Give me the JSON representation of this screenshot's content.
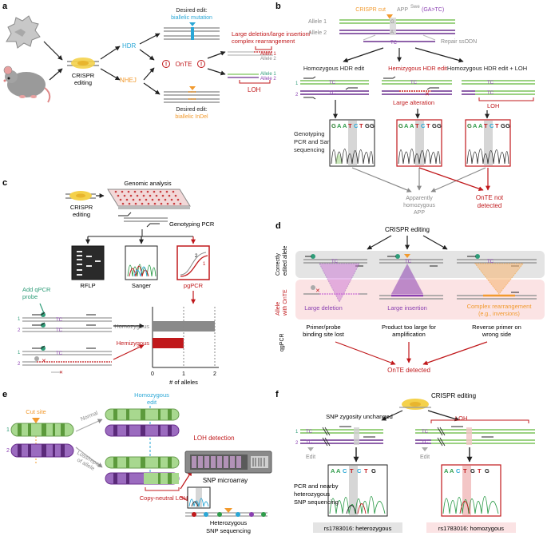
{
  "colors": {
    "red": "#c0181b",
    "green": "#7cc45a",
    "purple": "#6a2e8e",
    "orange": "#f29a2e",
    "blue": "#2aa7d6",
    "teal": "#2e9c78",
    "grey": "#8a8a8a",
    "pink": "#fbe3e4",
    "lightgrey": "#e4e4e4"
  },
  "panels": [
    "a",
    "b",
    "c",
    "d",
    "e",
    "f"
  ],
  "a": {
    "crispr": "CRISPR",
    "editing": "editing",
    "hdr": "HDR",
    "nhej": "NHEJ",
    "desired_top1": "Desired edit:",
    "desired_top2": "biallelic mutation",
    "onte": "OnTE",
    "desired_bot1": "Desired edit:",
    "desired_bot2": "biallelic InDel",
    "large1": "Large deletion/large insertion/",
    "large2": "complex rearrangement",
    "allele1": "Allele 1",
    "allele2": "Allele 2",
    "loh": "LOH"
  },
  "b": {
    "crispr_cut": "CRISPR cut",
    "app": "APP",
    "app_sup": "Swe",
    "ga_tc": "(GA>TC)",
    "allele1": "Allele 1",
    "allele2": "Allele 2",
    "repair": "Repair ssODN",
    "hom_edit": "Homozygous HDR edit",
    "hemi_edit": "Hemizygous HDR edit",
    "hom_loh": "Homozygous HDR edit + LOH",
    "tc": "TC",
    "large_alt": "Large alteration",
    "loh": "LOH",
    "geno1": "Genotyping",
    "geno2": "PCR and Sanger",
    "geno3": "sequencing",
    "seq": [
      "G",
      "A",
      "A",
      "T",
      "C",
      "T",
      "G",
      "G"
    ],
    "app_hom1": "Apparently",
    "app_hom2": "homozygous",
    "app_hom3": "APP",
    "onte1": "OnTE not",
    "onte2": "detected",
    "n1": "1",
    "n2": "2"
  },
  "c": {
    "genomic": "Genomic analysis",
    "crispr": "CRISPR",
    "editing": "editing",
    "geno_pcr": "Genotyping PCR",
    "rflp": "RFLP",
    "sanger": "Sanger",
    "pgpcr": "pgPCR",
    "add1": "Add qPCR",
    "add2": "probe",
    "homozygous": "Homozygous",
    "hemizygous": "Hemizygous",
    "alleles": "# of alleles",
    "ticks": [
      "0",
      "1",
      "2"
    ],
    "tc": "TC",
    "n1": "1",
    "n2": "2"
  },
  "chart_data": {
    "type": "bar",
    "orientation": "horizontal",
    "categories": [
      "Homozygous",
      "Hemizygous"
    ],
    "values": [
      2,
      1
    ],
    "xlabel": "# of alleles",
    "xlim": [
      0,
      2
    ]
  },
  "d": {
    "crispr": "CRISPR editing",
    "correct": "Correctly",
    "correct2": "edited allele",
    "allele_onte1": "Allele",
    "allele_onte2": "with OnTE",
    "qgpcr": "qgPCR",
    "large_del": "Large deletion",
    "large_ins": "Large insertion",
    "complex1": "Complex rearrangement",
    "complex2": "(e.g., inversions)",
    "r1a": "Primer/probe",
    "r1b": "binding site lost",
    "r2a": "Product too large for",
    "r2b": "amplification",
    "r3a": "Reverse primer on",
    "r3b": "wrong side",
    "detected": "OnTE detected",
    "tc": "TC"
  },
  "e": {
    "cut_site": "Cut site",
    "hom1": "Homozygous",
    "hom2": "edit",
    "normal": "Normal",
    "loss1": "Loss/repair",
    "loss2": "of allele",
    "loh_det": "LOH detection",
    "snp_micro": "SNP microarray",
    "cnloh": "Copy-neutral LOH",
    "het1": "Heterozygous",
    "het2": "SNP sequencing",
    "n1": "1",
    "n2": "2"
  },
  "f": {
    "crispr": "CRISPR editing",
    "zyg": "SNP zygosity unchanged",
    "loh": "LOH",
    "edit": "Edit",
    "tc": "TC",
    "pcr1": "PCR and nearby",
    "pcr2": "heterozygous",
    "pcr3": "SNP sequencing",
    "seq_left": [
      "A",
      "A",
      "C",
      "T",
      "C",
      "T",
      "G"
    ],
    "seq_right": [
      "A",
      "A",
      "C",
      "T",
      "G",
      "T",
      "G"
    ],
    "rs_het": "rs1783016: heterozygous",
    "rs_hom": "rs1783016: homozygous",
    "n1": "1",
    "n2": "2"
  }
}
